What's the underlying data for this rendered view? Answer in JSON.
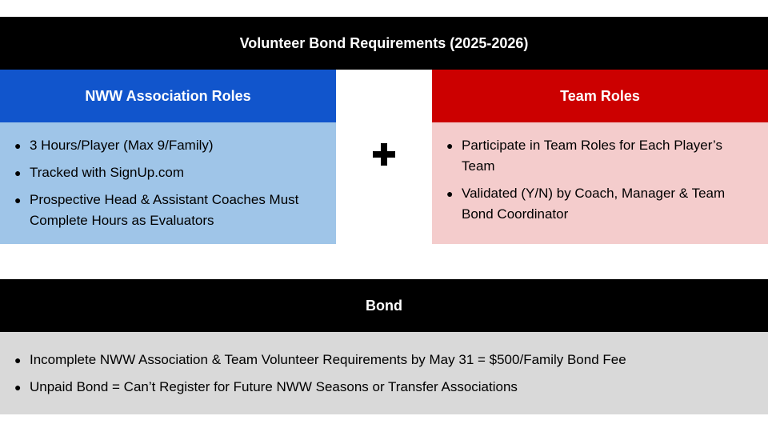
{
  "title": "Volunteer Bond Requirements (2025-2026)",
  "association": {
    "header": "NWW Association Roles",
    "color": "#1155cc",
    "body_color": "#9fc5e8",
    "items": [
      "3 Hours/Player (Max 9/Family)",
      "Tracked with SignUp.com",
      "Prospective Head & Assistant Coaches Must Complete Hours as Evaluators"
    ]
  },
  "plus_icon": "plus-icon",
  "team": {
    "header": "Team Roles",
    "color": "#cc0000",
    "body_color": "#f4cccc",
    "items": [
      "Participate in Team Roles for Each Player’s Team",
      "Validated (Y/N) by Coach, Manager & Team Bond Coordinator"
    ]
  },
  "bond": {
    "header": "Bond",
    "body_color": "#d9d9d9",
    "items": [
      "Incomplete NWW Association & Team Volunteer Requirements by May 31 = $500/Family Bond Fee",
      "Unpaid Bond = Can’t Register for Future NWW Seasons or Transfer Associations"
    ]
  },
  "bullet_glyph": "●"
}
